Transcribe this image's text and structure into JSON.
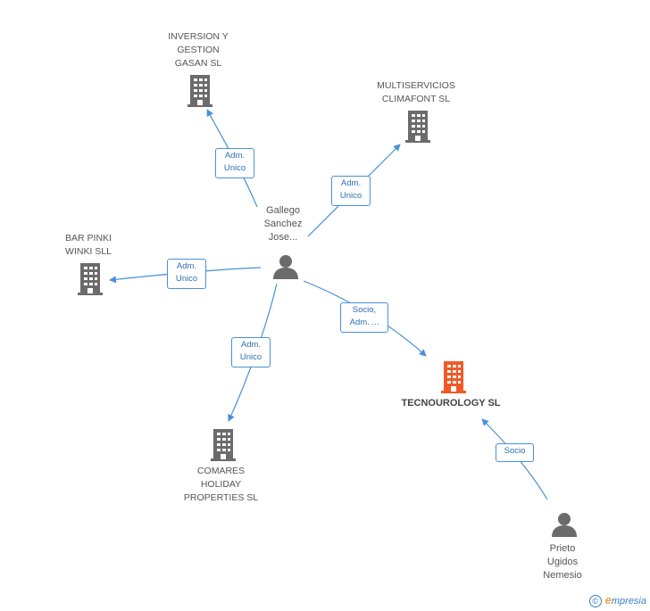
{
  "colors": {
    "edge": "#4a90d9",
    "company_icon": "#6b6b6b",
    "focus_company_icon": "#f05a28",
    "person_icon": "#6b6b6b"
  },
  "nodes": {
    "inversion": {
      "label": "INVERSION Y\nGESTION\nGASAN SL",
      "icon": "building-icon"
    },
    "multiservicios": {
      "label": "MULTISERVICIOS\nCLIMAFONT SL",
      "icon": "building-icon"
    },
    "bar_pinki": {
      "label": "BAR PINKI\nWINKI SLL",
      "icon": "building-icon"
    },
    "comares": {
      "label": "COMARES\nHOLIDAY\nPROPERTIES SL",
      "icon": "building-icon"
    },
    "tecnourology": {
      "label": "TECNOUROLOGY SL",
      "icon": "building-icon"
    },
    "gallego": {
      "label": "Gallego\nSanchez\nJose...",
      "icon": "person-icon"
    },
    "prieto": {
      "label": "Prieto\nUgidos\nNemesio",
      "icon": "person-icon"
    }
  },
  "edges": {
    "to_inversion": "Adm.\nUnico",
    "to_multiservicios": "Adm.\nUnico",
    "to_bar_pinki": "Adm.\nUnico",
    "to_comares": "Adm.\nUnico",
    "to_tecnourology": "Socio,\nAdm. ...",
    "prieto_to_tecnourology": "Socio"
  },
  "footer": {
    "copyright": "©",
    "brand_first": "e",
    "brand_rest": "mpresia"
  }
}
